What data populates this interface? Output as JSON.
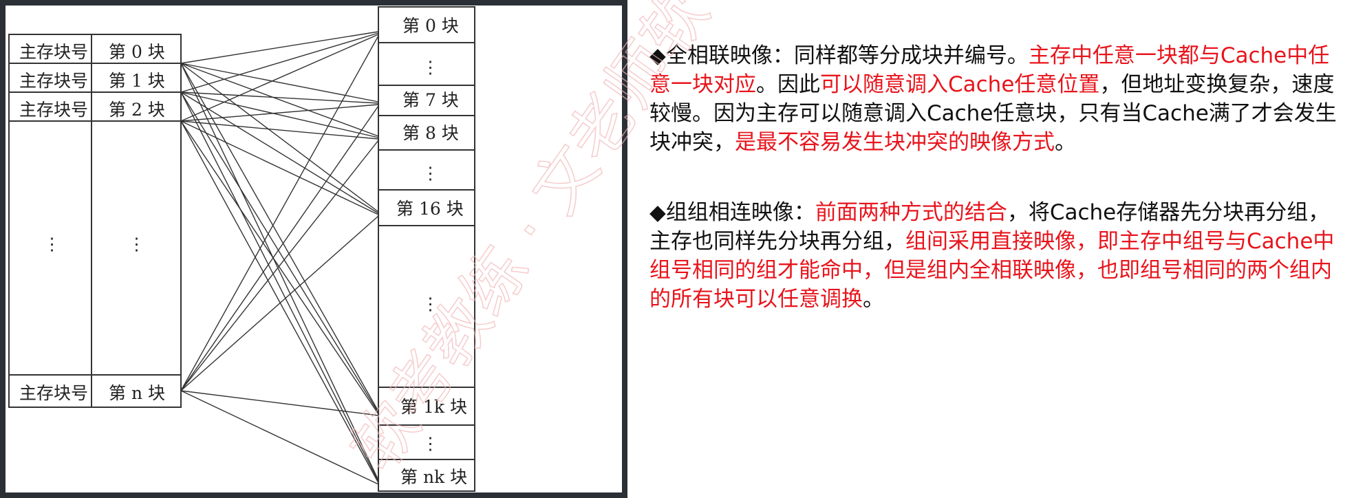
{
  "diagram": {
    "main_rows": [
      {
        "label": "主存块号",
        "block": "第 0 块"
      },
      {
        "label": "主存块号",
        "block": "第 1 块"
      },
      {
        "label": "主存块号",
        "block": "第 2 块"
      },
      {
        "label": "主存块号",
        "block": "第 n 块"
      }
    ],
    "vdots": "⋮",
    "cache_blocks": {
      "b0": "第 0 块",
      "b7": "第 7 块",
      "b8": "第 8 块",
      "b16": "第 16 块",
      "b1k": "第 1k 块",
      "bnk": "第 nk 块"
    }
  },
  "text": {
    "p1": [
      {
        "t": "◆全相联映像：同样都等分成块并编号。",
        "red": false
      },
      {
        "t": "主存中任意一块都与Cache中任意一块对应",
        "red": true
      },
      {
        "t": "。因此",
        "red": false
      },
      {
        "t": "可以随意调入Cache任意位置",
        "red": true
      },
      {
        "t": "，但地址变换复杂，速度较慢。因为主存可以随意调入Cache任意块，只有当Cache满了才会发生块冲突，",
        "red": false
      },
      {
        "t": "是最不容易发生块冲突的映像方式",
        "red": true
      },
      {
        "t": "。",
        "red": false
      }
    ],
    "p2": [
      {
        "t": "◆组组相连映像：",
        "red": false
      },
      {
        "t": "前面两种方式的结合",
        "red": true
      },
      {
        "t": "，将Cache存储器先分块再分组，主存也同样先分块再分组，",
        "red": false
      },
      {
        "t": "组间采用直接映像，即主存中组号与Cache中组号相同的组才能命中，但是组内全相联映像，也即组号相同的两个组内的所有块可以任意调换",
        "red": true
      },
      {
        "t": "。",
        "red": false
      }
    ]
  },
  "watermark": "软考教练 · 文老师软考教育"
}
